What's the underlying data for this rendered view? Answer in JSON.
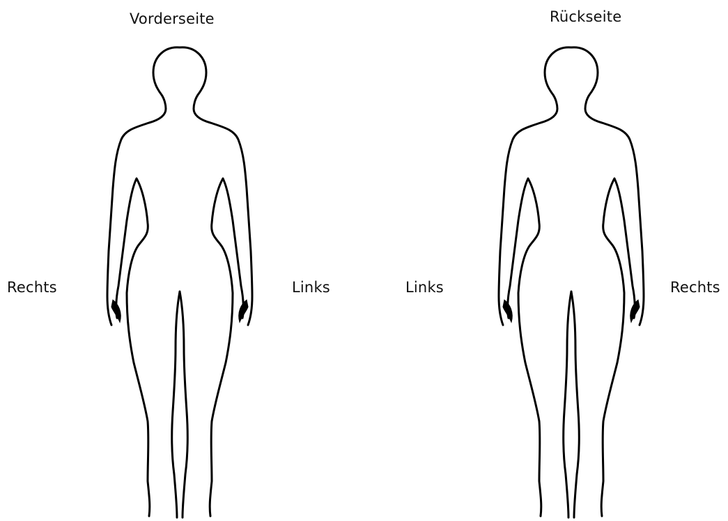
{
  "views": {
    "front": {
      "title": "Vorderseite",
      "side_left_of_image": "Rechts",
      "side_right_of_image": "Links"
    },
    "back": {
      "title": "Rückseite",
      "side_left_of_image": "Links",
      "side_right_of_image": "Rechts"
    }
  },
  "colors": {
    "outline": "#000000",
    "background": "#ffffff"
  }
}
